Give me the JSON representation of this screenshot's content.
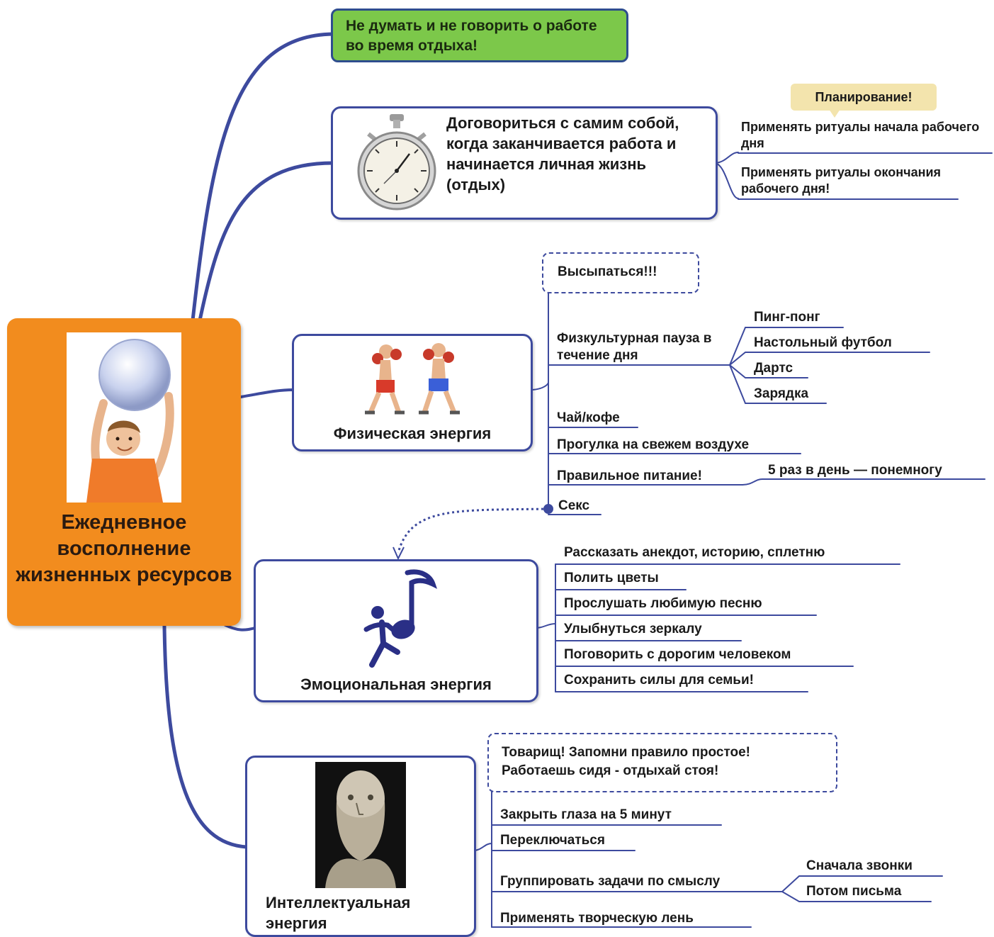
{
  "central": {
    "title": "Ежедневное восполнение жизненных ресурсов"
  },
  "top_note": {
    "text": "Не думать и не говорить о работе во время отдыха!"
  },
  "agreement": {
    "text": "Договориться с самим собой, когда заканчивается работа и начинается личная жизнь (отдых)",
    "callout": "Планирование!",
    "items": [
      "Применять ритуалы начала рабочего дня",
      "Применять ритуалы окончания рабочего дня!"
    ]
  },
  "physical": {
    "title": "Физическая энергия",
    "sleep": "Высыпаться!!!",
    "break": "Физкультурная пауза в течение дня",
    "break_items": [
      "Пинг-понг",
      "Настольный футбол",
      "Дартс",
      "Зарядка"
    ],
    "tea": "Чай/кофе",
    "walk": "Прогулка на свежем воздухе",
    "food": "Правильное питание!",
    "food_note": "5 раз в день — понемногу",
    "sex": "Секс"
  },
  "emotional": {
    "title": "Эмоциональная энергия",
    "items": [
      "Рассказать анекдот, историю, сплетню",
      "Полить цветы",
      "Прослушать любимую песню",
      "Улыбнуться зеркалу",
      "Поговорить с дорогим человеком",
      "Сохранить силы для семьи!"
    ]
  },
  "intellectual": {
    "title": "Интеллектуальная энергия",
    "rule_line1": "Товарищ! Запомни правило простое!",
    "rule_line2": "Работаешь сидя - отдыхай стоя!",
    "items": [
      "Закрыть глаза на 5 минут",
      "Переключаться",
      "Группировать задачи по смыслу",
      "Применять творческую лень"
    ],
    "group_items": [
      "Сначала звонки",
      "Потом письма"
    ]
  },
  "colors": {
    "central": "#f28c1e",
    "link": "#3d4a9e",
    "note_green": "#7cc84a",
    "callout": "#f3e4ad"
  },
  "icons": [
    "stopwatch-icon",
    "boxers-icon",
    "music-note-dancer-icon",
    "philosopher-bust-icon",
    "child-with-ball-icon"
  ]
}
